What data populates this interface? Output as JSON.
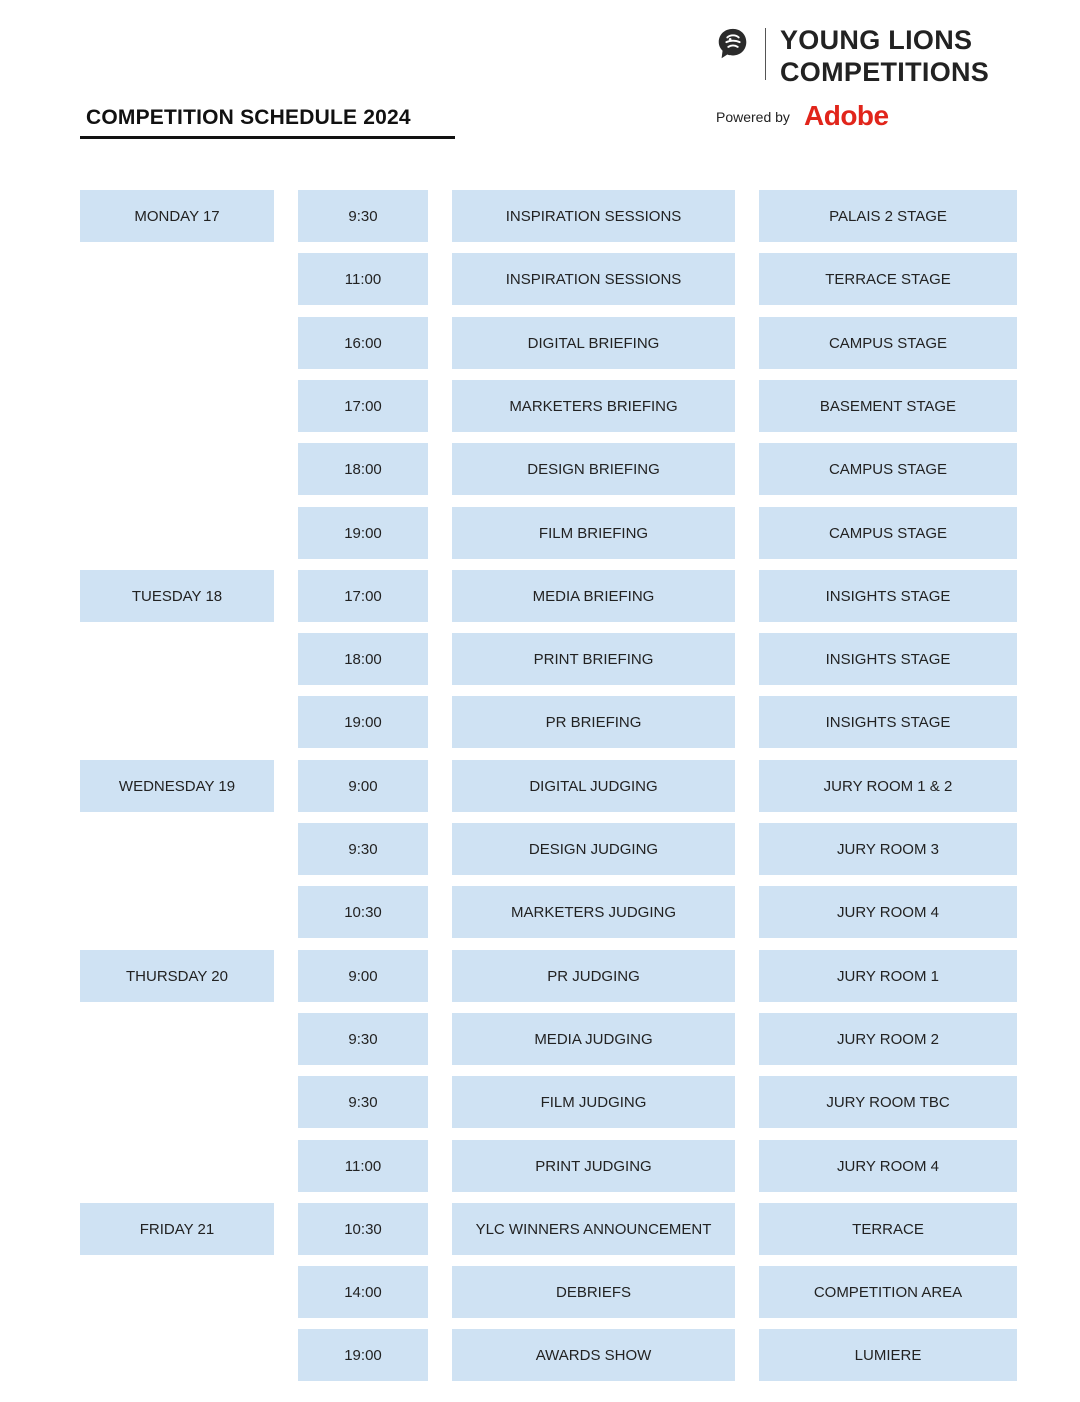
{
  "header": {
    "title": "COMPETITION SCHEDULE 2024",
    "logo_line1": "YOUNG LIONS",
    "logo_line2": "COMPETITIONS",
    "powered_by": "Powered by",
    "sponsor": "Adobe",
    "logo_icon": "lion-head-icon",
    "brand_color": "#e1251b"
  },
  "theme": {
    "cell_color": "#cfe2f3",
    "rule_color": "#111111"
  },
  "schedule": [
    {
      "day": "MONDAY 17",
      "time": "9:30",
      "event": "INSPIRATION SESSIONS",
      "venue": "PALAIS 2 STAGE"
    },
    {
      "day": "",
      "time": "11:00",
      "event": "INSPIRATION SESSIONS",
      "venue": "TERRACE STAGE"
    },
    {
      "day": "",
      "time": "16:00",
      "event": "DIGITAL BRIEFING",
      "venue": "CAMPUS STAGE"
    },
    {
      "day": "",
      "time": "17:00",
      "event": "MARKETERS BRIEFING",
      "venue": "BASEMENT STAGE"
    },
    {
      "day": "",
      "time": "18:00",
      "event": "DESIGN BRIEFING",
      "venue": "CAMPUS STAGE"
    },
    {
      "day": "",
      "time": "19:00",
      "event": "FILM BRIEFING",
      "venue": "CAMPUS STAGE"
    },
    {
      "day": "TUESDAY 18",
      "time": "17:00",
      "event": "MEDIA BRIEFING",
      "venue": "INSIGHTS STAGE"
    },
    {
      "day": "",
      "time": "18:00",
      "event": "PRINT BRIEFING",
      "venue": "INSIGHTS STAGE"
    },
    {
      "day": "",
      "time": "19:00",
      "event": "PR BRIEFING",
      "venue": "INSIGHTS STAGE"
    },
    {
      "day": "WEDNESDAY 19",
      "time": "9:00",
      "event": "DIGITAL JUDGING",
      "venue": "JURY ROOM 1 & 2"
    },
    {
      "day": "",
      "time": "9:30",
      "event": "DESIGN JUDGING",
      "venue": "JURY ROOM 3"
    },
    {
      "day": "",
      "time": "10:30",
      "event": "MARKETERS JUDGING",
      "venue": "JURY ROOM 4"
    },
    {
      "day": "THURSDAY 20",
      "time": "9:00",
      "event": "PR JUDGING",
      "venue": "JURY ROOM 1"
    },
    {
      "day": "",
      "time": "9:30",
      "event": "MEDIA JUDGING",
      "venue": "JURY ROOM 2"
    },
    {
      "day": "",
      "time": "9:30",
      "event": "FILM JUDGING",
      "venue": "JURY ROOM TBC"
    },
    {
      "day": "",
      "time": "11:00",
      "event": "PRINT JUDGING",
      "venue": "JURY ROOM 4"
    },
    {
      "day": "FRIDAY 21",
      "time": "10:30",
      "event": "YLC WINNERS ANNOUNCEMENT",
      "venue": "TERRACE"
    },
    {
      "day": "",
      "time": "14:00",
      "event": "DEBRIEFS",
      "venue": "COMPETITION AREA"
    },
    {
      "day": "",
      "time": "19:00",
      "event": "AWARDS SHOW",
      "venue": "LUMIERE"
    }
  ]
}
